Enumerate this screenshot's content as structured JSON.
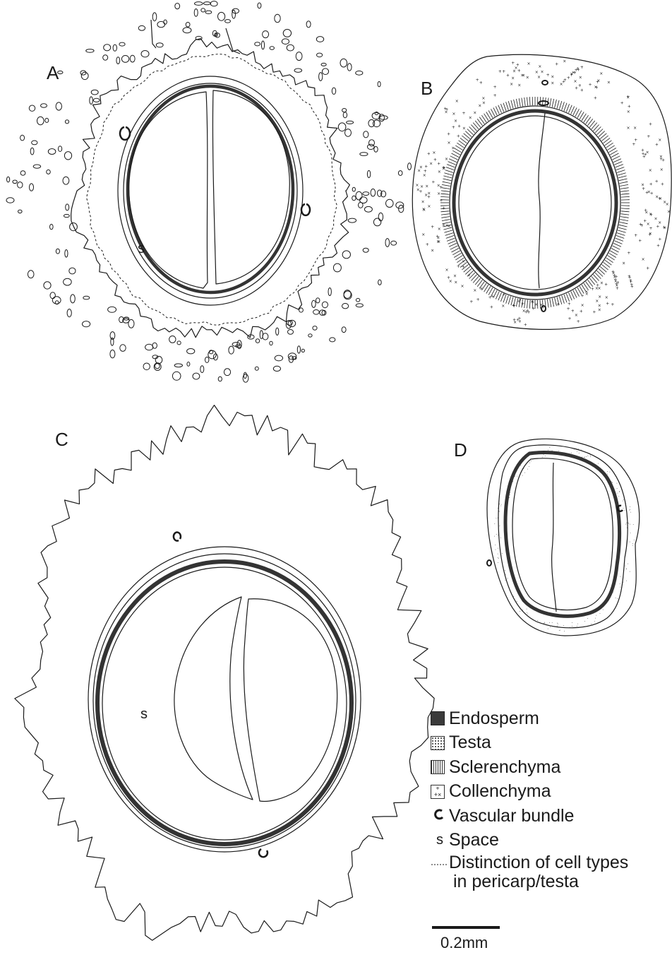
{
  "panels": {
    "a": "A",
    "b": "B",
    "c": "C",
    "d": "D"
  },
  "space_label_a": "s",
  "space_label_c": "s",
  "legend": {
    "endosperm": "Endosperm",
    "testa": "Testa",
    "sclerenchyma": "Sclerenchyma",
    "collenchyma": "Collenchyma",
    "vascular_bundle": "Vascular bundle",
    "space_symbol": "s",
    "space": "Space",
    "distinction_line1": "Distinction of cell types",
    "distinction_line2": "in pericarp/testa"
  },
  "scale": {
    "label": "0.2mm"
  },
  "colors": {
    "ink": "#1a1a1a",
    "endosperm": "#3a3a3a",
    "background": "#ffffff"
  }
}
